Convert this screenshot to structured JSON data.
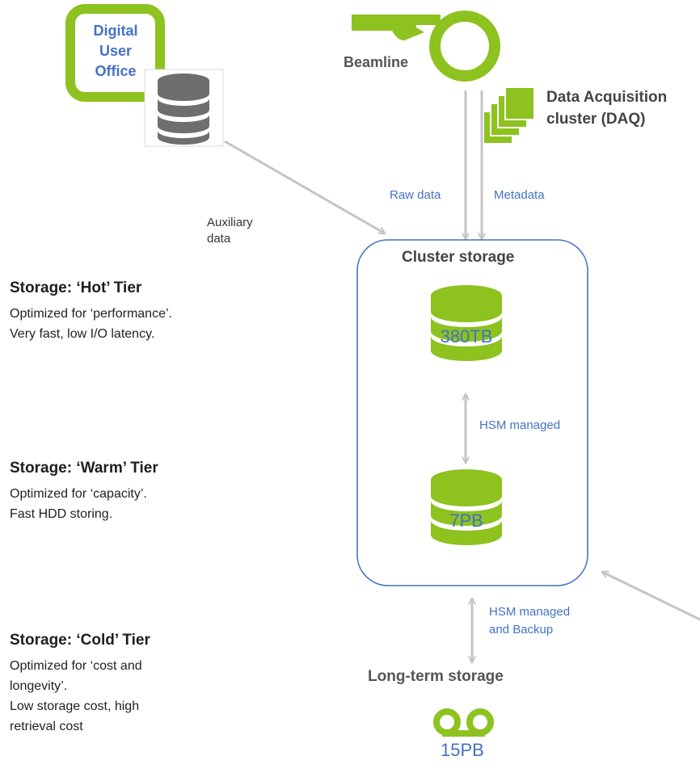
{
  "diagram": {
    "digital_user_office": [
      "Digital",
      "User",
      "Office"
    ],
    "beamline": "Beamline",
    "daq": [
      "Data Acquisition",
      "cluster (DAQ)"
    ],
    "raw_data": "Raw data",
    "metadata": "Metadata",
    "auxiliary": [
      "Auxiliary",
      "data"
    ],
    "cluster_storage": "Cluster storage",
    "hot_capacity": "380TB",
    "warm_capacity": "7PB",
    "hsm_managed": "HSM managed",
    "hsm_backup": [
      "HSM managed",
      "and Backup"
    ],
    "long_term": "Long-term storage",
    "cold_capacity": "15PB"
  },
  "tiers": {
    "hot": {
      "title": "Storage: ‘Hot’ Tier",
      "desc": [
        "Optimized for ‘performance’.",
        "Very fast, low I/O latency."
      ]
    },
    "warm": {
      "title": "Storage: ‘Warm’ Tier",
      "desc": [
        "Optimized for ‘capacity’.",
        "Fast HDD storing."
      ]
    },
    "cold": {
      "title": "Storage: ‘Cold’ Tier",
      "desc": [
        "Optimized for ‘cost and",
        "longevity’.",
        "Low storage cost, high",
        "retrieval cost"
      ]
    }
  },
  "colors": {
    "green": "#8dc21f",
    "blue": "#4472c4",
    "gray": "#c4c4c4",
    "db_gray": "#6e6e6e"
  }
}
